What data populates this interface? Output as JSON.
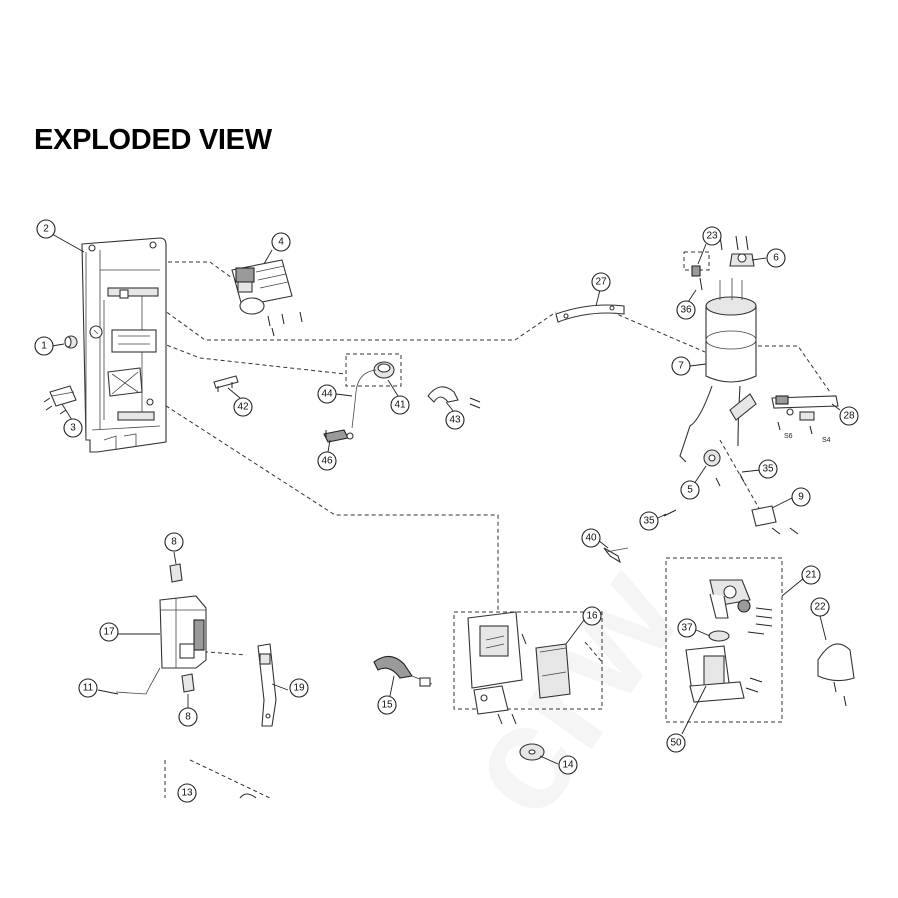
{
  "page": {
    "title": "EXPLODED VIEW"
  },
  "callouts": [
    {
      "id": "c2",
      "label": "2"
    },
    {
      "id": "c4",
      "label": "4"
    },
    {
      "id": "c1",
      "label": "1"
    },
    {
      "id": "c3",
      "label": "3"
    },
    {
      "id": "c42",
      "label": "42"
    },
    {
      "id": "c44",
      "label": "44"
    },
    {
      "id": "c41",
      "label": "41"
    },
    {
      "id": "c46",
      "label": "46"
    },
    {
      "id": "c43",
      "label": "43"
    },
    {
      "id": "c27",
      "label": "27"
    },
    {
      "id": "c23",
      "label": "23"
    },
    {
      "id": "c6",
      "label": "6"
    },
    {
      "id": "c36",
      "label": "36"
    },
    {
      "id": "c7",
      "label": "7"
    },
    {
      "id": "c28",
      "label": "28"
    },
    {
      "id": "c35a",
      "label": "35"
    },
    {
      "id": "c5",
      "label": "5"
    },
    {
      "id": "c9",
      "label": "9"
    },
    {
      "id": "c35b",
      "label": "35"
    },
    {
      "id": "c40",
      "label": "40"
    },
    {
      "id": "c21",
      "label": "21"
    },
    {
      "id": "c22",
      "label": "22"
    },
    {
      "id": "c37",
      "label": "37"
    },
    {
      "id": "c50",
      "label": "50"
    },
    {
      "id": "c8a",
      "label": "8"
    },
    {
      "id": "c17",
      "label": "17"
    },
    {
      "id": "c11",
      "label": "11"
    },
    {
      "id": "c8b",
      "label": "8"
    },
    {
      "id": "c19",
      "label": "19"
    },
    {
      "id": "c16",
      "label": "16"
    },
    {
      "id": "c15",
      "label": "15"
    },
    {
      "id": "c14",
      "label": "14"
    },
    {
      "id": "c13",
      "label": "13"
    }
  ],
  "small_labels": {
    "s6": "S6",
    "s4": "S4"
  }
}
